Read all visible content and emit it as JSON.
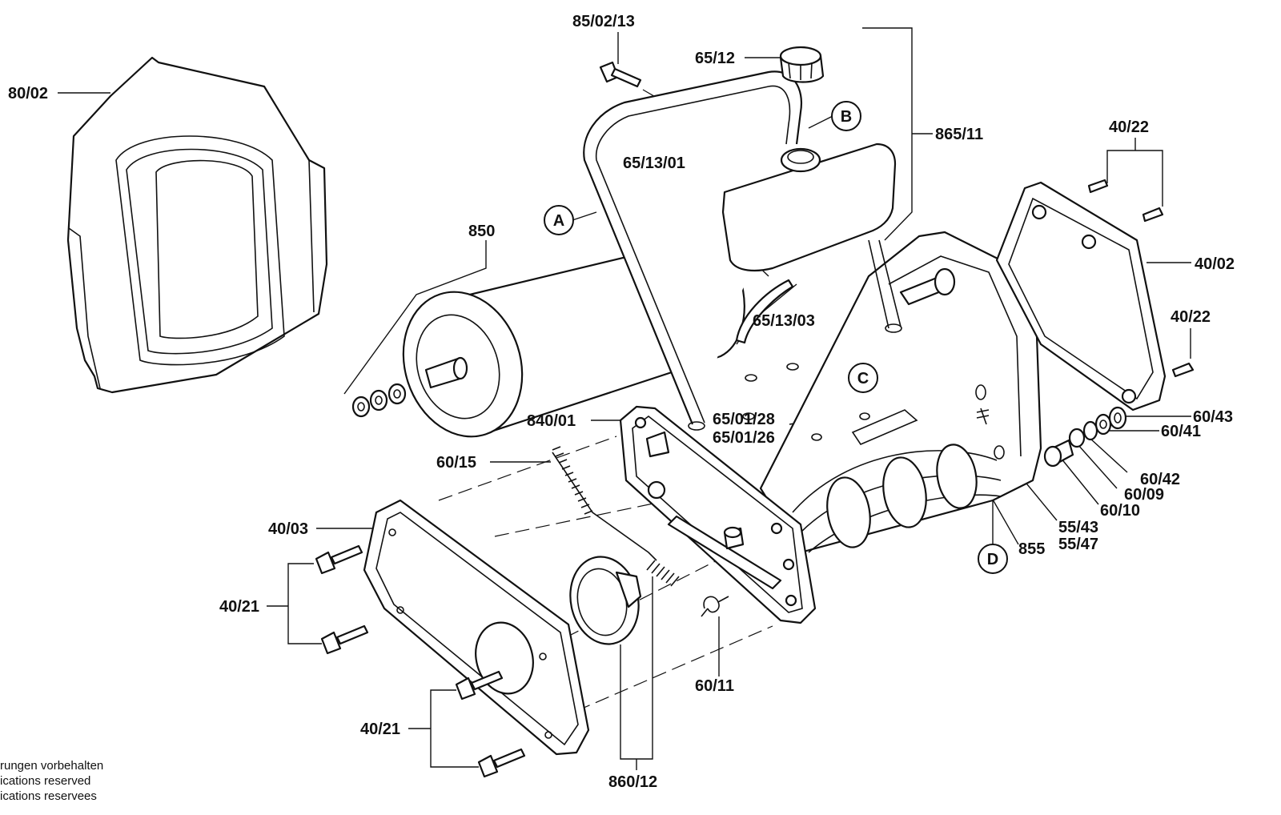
{
  "labels": {
    "l_80_02": "80/02",
    "l_85_02_13": "85/02/13",
    "l_65_12": "65/12",
    "l_865_11": "865/11",
    "l_65_13_01": "65/13/01",
    "l_850": "850",
    "l_65_13_03": "65/13/03",
    "l_40_22_top": "40/22",
    "l_40_02": "40/02",
    "l_40_22_right": "40/22",
    "l_60_43": "60/43",
    "l_60_41": "60/41",
    "l_60_42": "60/42",
    "l_60_09": "60/09",
    "l_60_10": "60/10",
    "l_55_43": "55/43",
    "l_55_47": "55/47",
    "l_855": "855",
    "l_840_01": "840/01",
    "l_65_01_28": "65/01/28",
    "l_65_01_26": "65/01/26",
    "l_60_15": "60/15",
    "l_40_03": "40/03",
    "l_40_21_upper": "40/21",
    "l_40_21_lower": "40/21",
    "l_60_11": "60/11",
    "l_860_12": "860/12"
  },
  "markers": {
    "a": "A",
    "b": "B",
    "c": "C",
    "d": "D"
  },
  "notes": {
    "line1": "rungen vorbehalten",
    "line2": "ications reserved",
    "line3": "ications reservees"
  }
}
